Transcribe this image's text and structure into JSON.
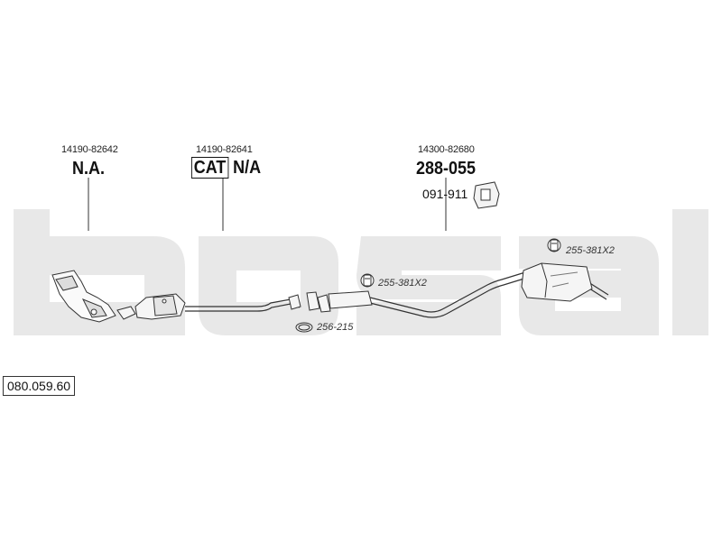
{
  "diagram_code": "080.059.60",
  "parts": [
    {
      "oe_number": "14190-82642",
      "part_label": "N.A."
    },
    {
      "oe_number": "14190-82641",
      "part_label_boxed": "CAT",
      "part_label": "N/A"
    },
    {
      "oe_number": "14300-82680",
      "part_label": "288-055",
      "sub_part": "091-911"
    }
  ],
  "fittings": {
    "gasket": "256-215",
    "clamp_mid": "255-381X2",
    "clamp_rear": "255-381X2"
  },
  "colors": {
    "watermark": "#e8e8e8",
    "line": "#333333"
  }
}
